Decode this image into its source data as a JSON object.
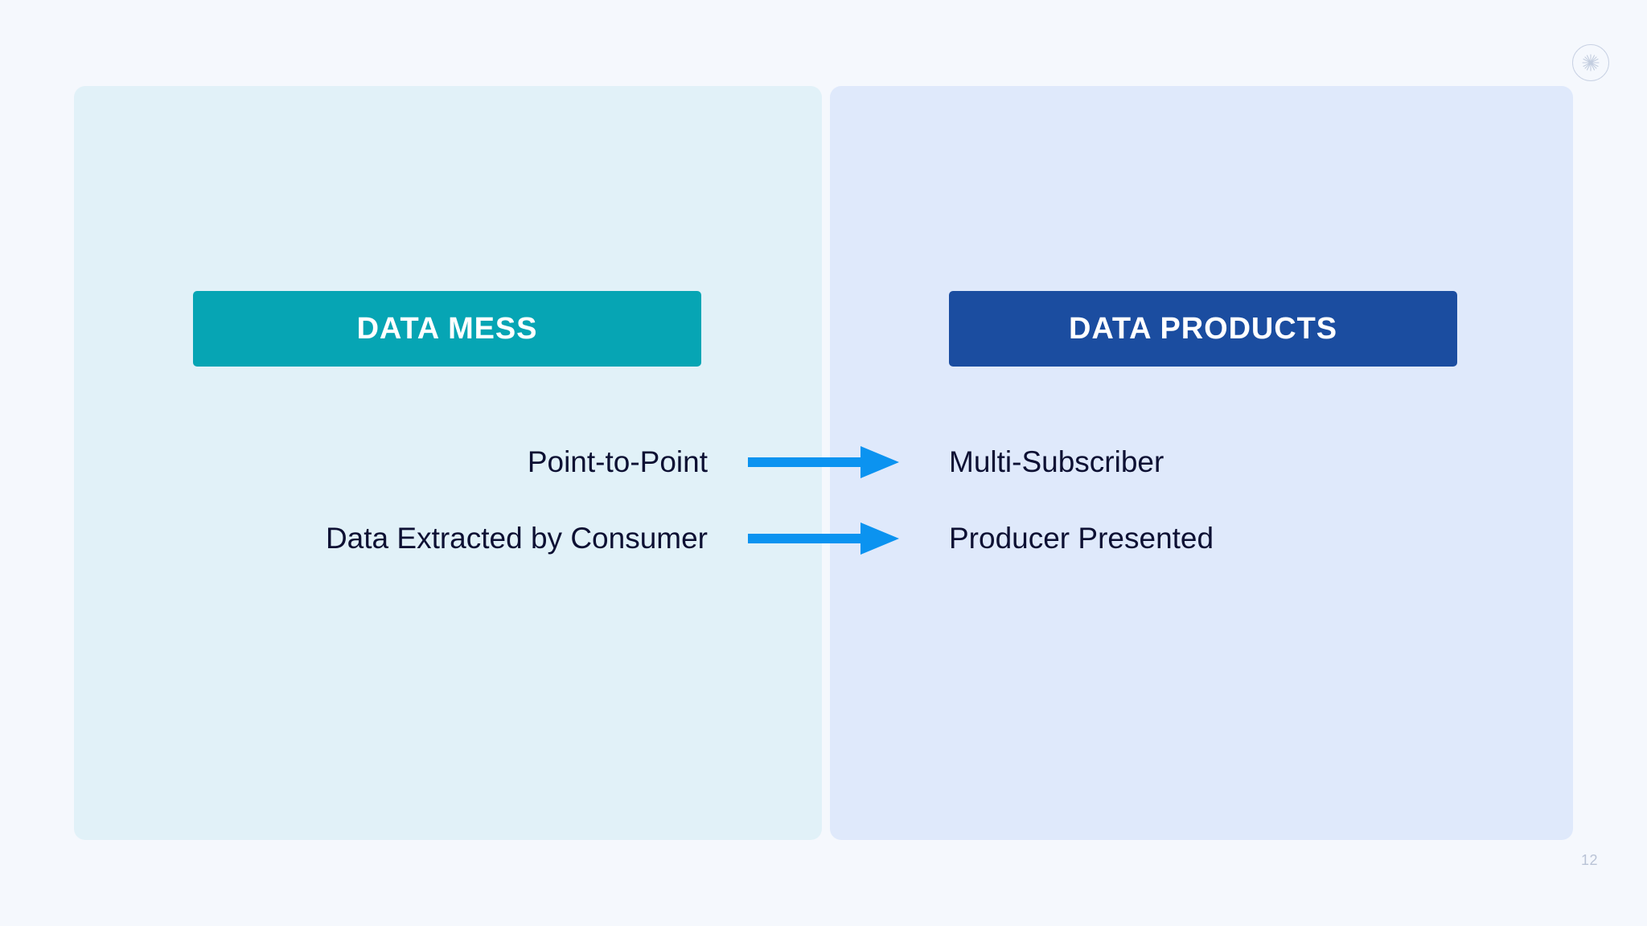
{
  "slide": {
    "page_number": "12",
    "logo_icon": "starburst-circle-icon",
    "background_color": "#f5f8fd"
  },
  "panels": [
    {
      "id": "data-mess",
      "banner_label": "DATA MESS",
      "banner_color": "#06a5b4",
      "panel_color": "#e1f1f8"
    },
    {
      "id": "data-products",
      "banner_label": "DATA PRODUCTS",
      "banner_color": "#1b4da0",
      "panel_color": "#dfe9fb"
    }
  ],
  "comparisons": [
    {
      "left": "Point-to-Point",
      "right": "Multi-Subscriber",
      "arrow_icon": "arrow-right-icon",
      "arrow_color": "#0b93f0"
    },
    {
      "left": "Data Extracted by Consumer",
      "right": "Producer Presented",
      "arrow_icon": "arrow-right-icon",
      "arrow_color": "#0b93f0"
    }
  ],
  "text_color": "#0d1033"
}
